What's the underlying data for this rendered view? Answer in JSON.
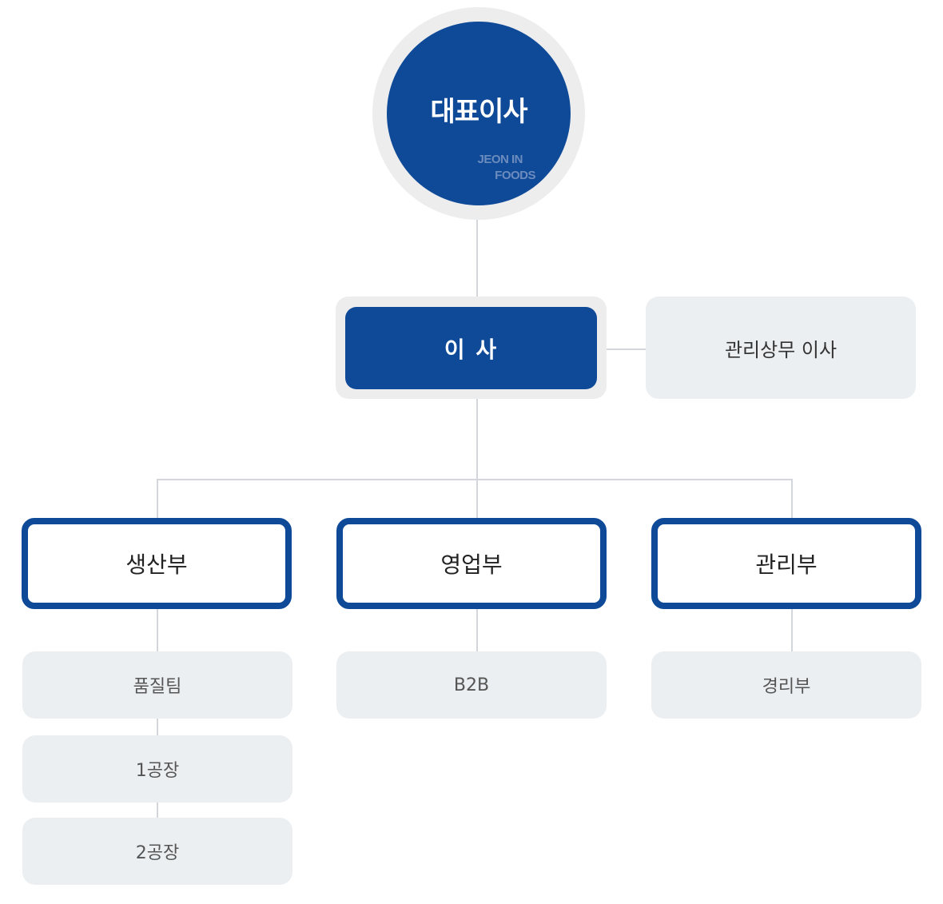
{
  "ceo": {
    "title": "대표이사",
    "company_line1": "JEON IN",
    "company_line2": "FOODS"
  },
  "director": {
    "title": "이 사"
  },
  "managing_director": {
    "title": "관리상무 이사"
  },
  "departments": [
    {
      "name": "생산부",
      "teams": [
        "품질팀",
        "1공장",
        "2공장"
      ]
    },
    {
      "name": "영업부",
      "teams": [
        "B2B"
      ]
    },
    {
      "name": "관리부",
      "teams": [
        "경리부"
      ]
    }
  ],
  "colors": {
    "primary": "#0f4a98",
    "ceo_ring": "#ededee",
    "box_gray": "#eceff2",
    "connector": "#d3d6da"
  }
}
